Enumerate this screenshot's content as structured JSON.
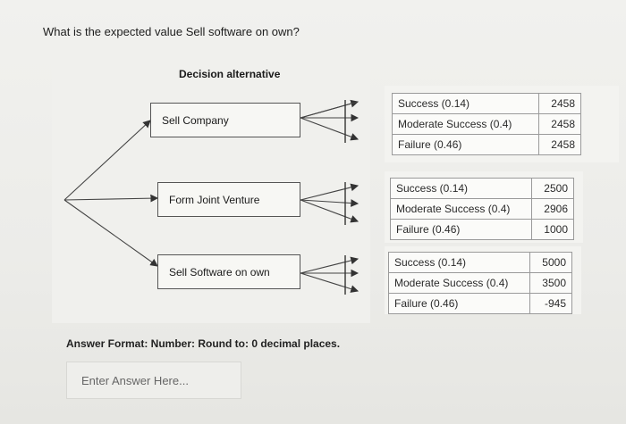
{
  "question": "What is the expected value Sell software on own?",
  "decision_heading": "Decision alternative",
  "alternatives": [
    {
      "label": "Sell Company",
      "outcomes": [
        {
          "label": "Success (0.14)",
          "value": "2458"
        },
        {
          "label": "Moderate Success (0.4)",
          "value": "2458"
        },
        {
          "label": "Failure (0.46)",
          "value": "2458"
        }
      ]
    },
    {
      "label": "Form Joint Venture",
      "outcomes": [
        {
          "label": "Success (0.14)",
          "value": "2500"
        },
        {
          "label": "Moderate Success (0.4)",
          "value": "2906"
        },
        {
          "label": "Failure (0.46)",
          "value": "1000"
        }
      ]
    },
    {
      "label": "Sell Software on own",
      "outcomes": [
        {
          "label": "Success (0.14)",
          "value": "5000"
        },
        {
          "label": "Moderate Success (0.4)",
          "value": "3500"
        },
        {
          "label": "Failure (0.46)",
          "value": "-945"
        }
      ]
    }
  ],
  "answer_format": "Answer Format: Number: Round to: 0 decimal places.",
  "answer_input": {
    "value": "",
    "placeholder": "Enter Answer Here..."
  }
}
